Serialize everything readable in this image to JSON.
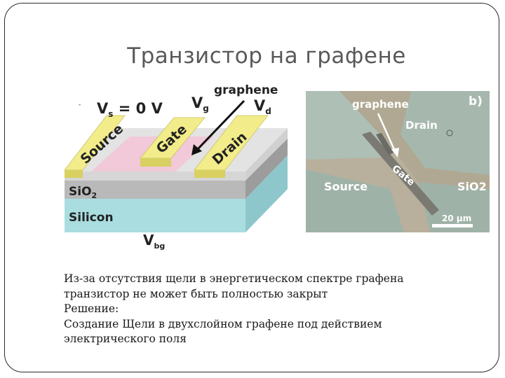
{
  "slide": {
    "title": "Транзистор на графене",
    "body_lines": [
      "Из-за отсутствия щели в энергетическом спектре графена",
      "транзистор не может быть полностью закрыт",
      "Решение:",
      "Создание Щели в двухслойном графене под действием",
      "электрического поля"
    ]
  },
  "device_schematic": {
    "graphene_label": "graphene",
    "vs_label": "V",
    "vs_sub": "s",
    "vs_value": " = 0 V",
    "vg_label": "V",
    "vg_sub": "g",
    "vd_label": "V",
    "vd_sub": "d",
    "source_label": "Source",
    "gate_label": "Gate",
    "drain_label": "Drain",
    "sio2_label": "SiO",
    "sio2_sub": "2",
    "silicon_label": "Silicon",
    "vbg_label": "V",
    "vbg_sub": "bg"
  },
  "micrograph": {
    "graphene_label": "graphene",
    "panel_label": "b)",
    "drain_label": "Drain",
    "gate_label": "Gate",
    "source_label": "Source",
    "sio2_label": "SiO2",
    "scale_label": "20 μm"
  },
  "colors": {
    "title": "#595959",
    "electrode_yellow": "#f2ec8a",
    "sio2_gray": "#b9b9b9",
    "silicon_cyan": "#a9dde0",
    "graphene_pink": "#f1c9d8",
    "micrograph_bg": "#9fb2a8"
  }
}
